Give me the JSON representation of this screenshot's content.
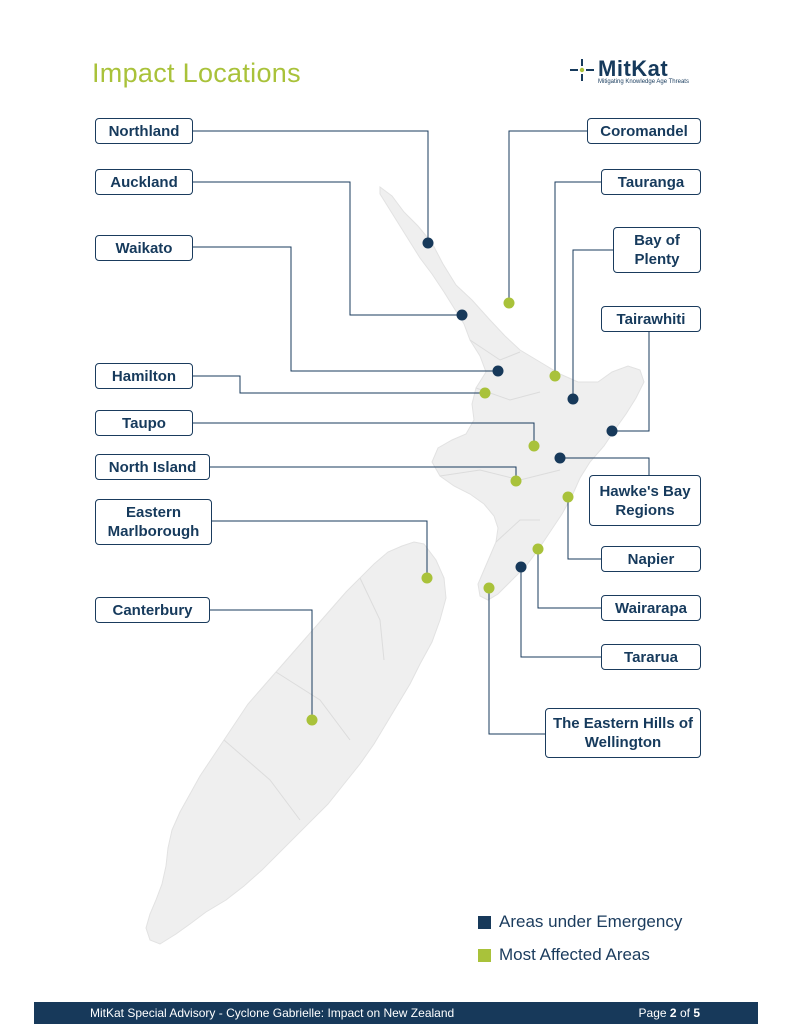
{
  "title": "Impact Locations",
  "logo": {
    "name": "MitKat",
    "tagline": "Mitigating Knowledge Age Threats"
  },
  "colors": {
    "emergency": "#17395a",
    "affected": "#a9c23a",
    "land": "#efefef",
    "border": "#1a3b5d"
  },
  "labels": {
    "northland": "Northland",
    "auckland": "Auckland",
    "waikato": "Waikato",
    "hamilton": "Hamilton",
    "taupo": "Taupo",
    "north_island": "North Island",
    "eastern_marlborough": "Eastern Marlborough",
    "canterbury": "Canterbury",
    "coromandel": "Coromandel",
    "tauranga": "Tauranga",
    "bay_of_plenty": "Bay of Plenty",
    "tairawhiti": "Tairawhiti",
    "hawkes_bay": "Hawke's Bay Regions",
    "napier": "Napier",
    "wairarapa": "Wairarapa",
    "tararua": "Tararua",
    "eastern_hills": "The Eastern Hills of Wellington"
  },
  "legend": {
    "emergency": "Areas under Emergency",
    "affected": "Most Affected Areas"
  },
  "footer": {
    "prefix": "MitKat Special Advisory - ",
    "subject": "Cyclone Gabrielle: Impact on New Zealand",
    "page_word": "Page",
    "page_current": "2",
    "page_of": "of",
    "page_total": "5"
  }
}
